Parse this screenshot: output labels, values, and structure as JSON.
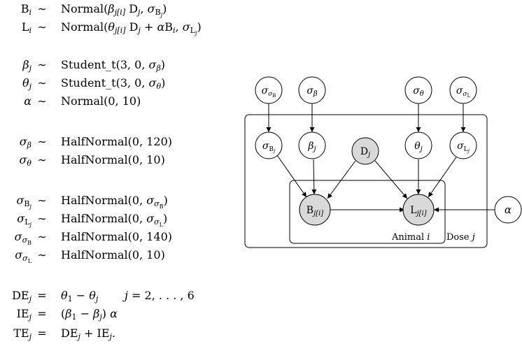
{
  "equations": {
    "model": [
      {
        "lhs": "B",
        "lhs_sub": "i",
        "rel": "∼",
        "rhs": "Normal(β_j[i] D_j, σ_B_j)"
      },
      {
        "lhs": "L",
        "lhs_sub": "i",
        "rel": "∼",
        "rhs": "Normal(θ_j[i] D_j + αB_i, σ_L_j)"
      }
    ],
    "priors_coef": [
      {
        "lhs": "β",
        "lhs_sub": "j",
        "rel": "∼",
        "rhs": "Student_t(3, 0, σ_β)"
      },
      {
        "lhs": "θ",
        "lhs_sub": "j",
        "rel": "∼",
        "rhs": "Student_t(3, 0, σ_θ)"
      },
      {
        "lhs": "α",
        "lhs_sub": "",
        "rel": "∼",
        "rhs": "Normal(0, 10)"
      }
    ],
    "priors_scale": [
      {
        "lhs": "σ",
        "lhs_sub": "β",
        "rel": "∼",
        "rhs": "HalfNormal(0, 120)"
      },
      {
        "lhs": "σ",
        "lhs_sub": "θ",
        "rel": "∼",
        "rhs": "HalfNormal(0, 10)"
      }
    ],
    "priors_sigma": [
      {
        "lhs": "σ",
        "lhs_sub": "B_j",
        "rel": "∼",
        "rhs": "HalfNormal(0, σ_σB)"
      },
      {
        "lhs": "σ",
        "lhs_sub": "L_j",
        "rel": "∼",
        "rhs": "HalfNormal(0, σ_σL)"
      },
      {
        "lhs": "σ",
        "lhs_sub": "σB",
        "rel": "∼",
        "rhs": "HalfNormal(0, 140)"
      },
      {
        "lhs": "σ",
        "lhs_sub": "σL",
        "rel": "∼",
        "rhs": "HalfNormal(0, 10)"
      }
    ],
    "effects": [
      {
        "lhs": "DE",
        "lhs_sub": "j",
        "rel": "=",
        "rhs": "θ_1 − θ_j",
        "note": "j = 2, . . . , 6"
      },
      {
        "lhs": "IE",
        "lhs_sub": "j",
        "rel": "=",
        "rhs": "(β_1 − β_j) α",
        "note": ""
      },
      {
        "lhs": "TE",
        "lhs_sub": "j",
        "rel": "=",
        "rhs": "DE_j + IE_j.",
        "note": ""
      }
    ]
  },
  "diagram": {
    "nodes": [
      {
        "id": "sigma_sigmaB",
        "label": "σ",
        "sub": "σB",
        "observed": false
      },
      {
        "id": "sigma_beta",
        "label": "σ",
        "sub": "β",
        "observed": false
      },
      {
        "id": "sigma_theta",
        "label": "σ",
        "sub": "θ",
        "observed": false
      },
      {
        "id": "sigma_sigmaL",
        "label": "σ",
        "sub": "σL",
        "observed": false
      },
      {
        "id": "sigma_Bj",
        "label": "σ",
        "sub": "B_j",
        "observed": false
      },
      {
        "id": "beta_j",
        "label": "β",
        "sub": "j",
        "observed": false
      },
      {
        "id": "D_j",
        "label": "D",
        "sub": "j",
        "observed": true
      },
      {
        "id": "theta_j",
        "label": "θ",
        "sub": "j",
        "observed": false
      },
      {
        "id": "sigma_Lj",
        "label": "σ",
        "sub": "L_j",
        "observed": false
      },
      {
        "id": "B_ji",
        "label": "B",
        "sub": "j[i]",
        "observed": true
      },
      {
        "id": "L_ji",
        "label": "L",
        "sub": "j[i]",
        "observed": true
      },
      {
        "id": "alpha",
        "label": "α",
        "sub": "",
        "observed": false
      }
    ],
    "edges": [
      [
        "sigma_sigmaB",
        "sigma_Bj"
      ],
      [
        "sigma_beta",
        "beta_j"
      ],
      [
        "sigma_theta",
        "theta_j"
      ],
      [
        "sigma_sigmaL",
        "sigma_Lj"
      ],
      [
        "sigma_Bj",
        "B_ji"
      ],
      [
        "beta_j",
        "B_ji"
      ],
      [
        "D_j",
        "B_ji"
      ],
      [
        "D_j",
        "L_ji"
      ],
      [
        "theta_j",
        "L_ji"
      ],
      [
        "sigma_Lj",
        "L_ji"
      ],
      [
        "B_ji",
        "L_ji"
      ],
      [
        "alpha",
        "L_ji"
      ]
    ],
    "plates": [
      {
        "id": "plate-animal",
        "label": "Animal i"
      },
      {
        "id": "plate-dose",
        "label": "Dose j"
      }
    ],
    "colors": {
      "observed_fill": "#d9d9d9",
      "latent_fill": "#ffffff",
      "stroke": "#000000"
    }
  }
}
